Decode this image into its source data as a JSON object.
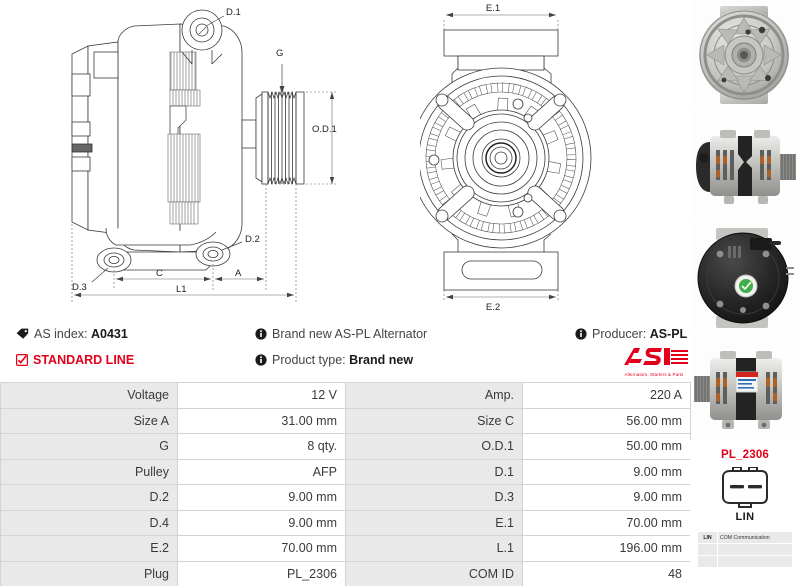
{
  "info": {
    "as_index_label": "AS index:",
    "as_index_value": "A0431",
    "standard_line": "STANDARD LINE",
    "brand_new_text": "Brand new AS-PL Alternator",
    "product_type_label": "Product type:",
    "product_type_value": "Brand new",
    "producer_label": "Producer:",
    "producer_value": "AS-PL",
    "logo_mark": "AS",
    "logo_tagline": "Alternators, Starters & Parts",
    "accent_color": "#e2001a"
  },
  "drawings": {
    "side_view": {
      "labels": [
        "D.1",
        "G",
        "O.D.1",
        "D.2",
        "D.3",
        "C",
        "A",
        "L1"
      ]
    },
    "front_view": {
      "labels": [
        "E.1",
        "E.2"
      ]
    }
  },
  "photos": [
    {
      "name": "alternator-front-pulley-side"
    },
    {
      "name": "alternator-side-view"
    },
    {
      "name": "alternator-rear-cover"
    },
    {
      "name": "alternator-side-view-label"
    }
  ],
  "spec_table": {
    "rows": [
      {
        "k1": "Voltage",
        "v1": "12 V",
        "k2": "Amp.",
        "v2": "220 A"
      },
      {
        "k1": "Size A",
        "v1": "31.00 mm",
        "k2": "Size C",
        "v2": "56.00 mm"
      },
      {
        "k1": "G",
        "v1": "8 qty.",
        "k2": "O.D.1",
        "v2": "50.00 mm"
      },
      {
        "k1": "Pulley",
        "v1": "AFP",
        "k2": "D.1",
        "v2": "9.00 mm"
      },
      {
        "k1": "D.2",
        "v1": "9.00 mm",
        "k2": "D.3",
        "v2": "9.00 mm"
      },
      {
        "k1": "D.4",
        "v1": "9.00 mm",
        "k2": "E.1",
        "v2": "70.00 mm"
      },
      {
        "k1": "E.2",
        "v1": "70.00 mm",
        "k2": "L.1",
        "v2": "196.00 mm"
      },
      {
        "k1": "Plug",
        "v1": "PL_2306",
        "k2": "COM ID",
        "v2": "48"
      }
    ]
  },
  "plug": {
    "code": "PL_2306",
    "name": "LIN",
    "pins": [
      {
        "pin": "LIN",
        "desc": "COM Communication"
      },
      {
        "pin": "",
        "desc": ""
      },
      {
        "pin": "",
        "desc": ""
      }
    ]
  }
}
